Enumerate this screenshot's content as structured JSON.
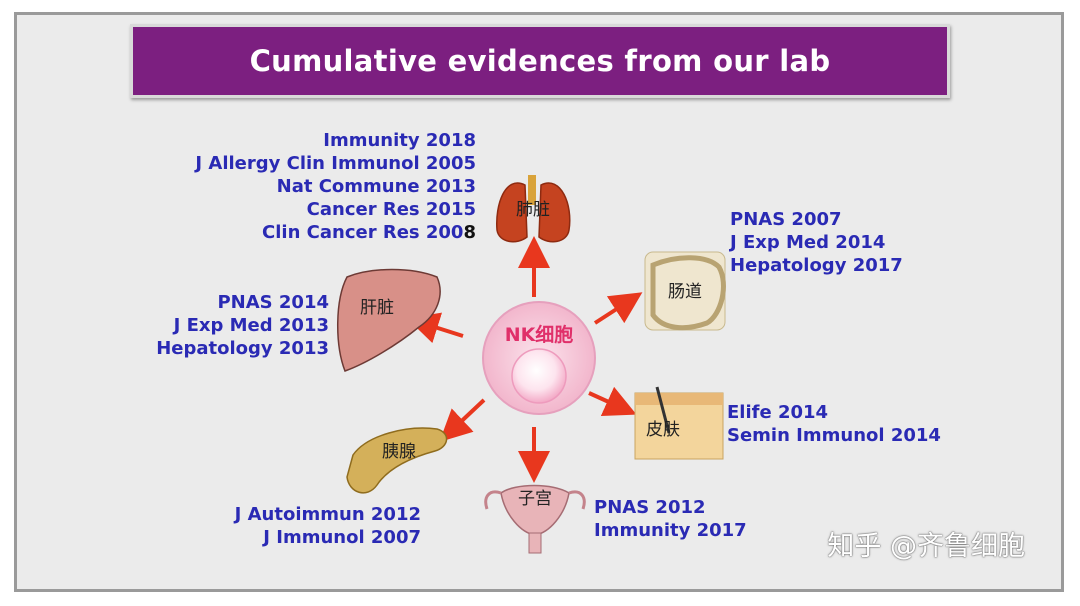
{
  "title": "Cumulative evidences from our lab",
  "center": {
    "label": "NK细胞"
  },
  "organs": {
    "lung": {
      "label": "肺脏",
      "citations": [
        "Immunity 2018",
        "J Allergy Clin Immunol 2005",
        "Nat Commune 2013",
        "Cancer Res 2015",
        "Clin Cancer Res 200"
      ],
      "citation_last_digit": "8"
    },
    "liver": {
      "label": "肝脏",
      "citations": [
        "PNAS 2014",
        "J Exp Med 2013",
        "Hepatology 2013"
      ]
    },
    "intestine": {
      "label": "肠道",
      "citations": [
        "PNAS 2007",
        "J Exp Med 2014",
        "Hepatology 2017"
      ]
    },
    "skin": {
      "label": "皮肤",
      "citations": [
        "Elife 2014",
        "Semin Immunol 2014"
      ]
    },
    "uterus": {
      "label": "子宫",
      "citations": [
        "PNAS 2012",
        "Immunity 2017"
      ]
    },
    "pancreas": {
      "label": "胰腺",
      "citations": [
        "J Autoimmun 2012",
        "J Immunol 2007"
      ]
    }
  },
  "watermark": "知乎 @齐鲁细胞",
  "colors": {
    "title_bg": "#7c1f80",
    "citation_text": "#2a2ab4",
    "arrow": "#e8371e",
    "cell_fill": "#f6c6d8",
    "cell_label": "#e0306a"
  }
}
